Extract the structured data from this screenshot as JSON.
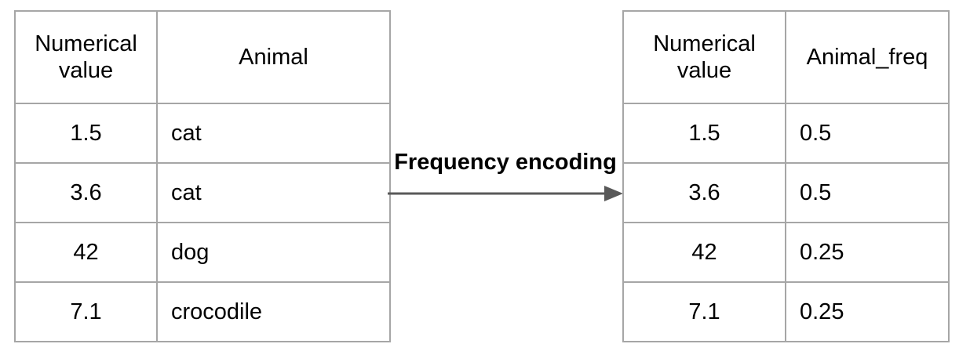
{
  "diagram": {
    "arrow_label": "Frequency encoding",
    "colors": {
      "border": "#a6a6a6",
      "arrow": "#595959",
      "text": "#000000",
      "background": "#ffffff"
    }
  },
  "input_table": {
    "columns": [
      "Numerical value",
      "Animal"
    ],
    "rows": [
      [
        "1.5",
        "cat"
      ],
      [
        "3.6",
        "cat"
      ],
      [
        "42",
        "dog"
      ],
      [
        "7.1",
        "crocodile"
      ]
    ]
  },
  "output_table": {
    "columns": [
      "Numerical value",
      "Animal_freq"
    ],
    "rows": [
      [
        "1.5",
        "0.5"
      ],
      [
        "3.6",
        "0.5"
      ],
      [
        "42",
        "0.25"
      ],
      [
        "7.1",
        "0.25"
      ]
    ]
  }
}
